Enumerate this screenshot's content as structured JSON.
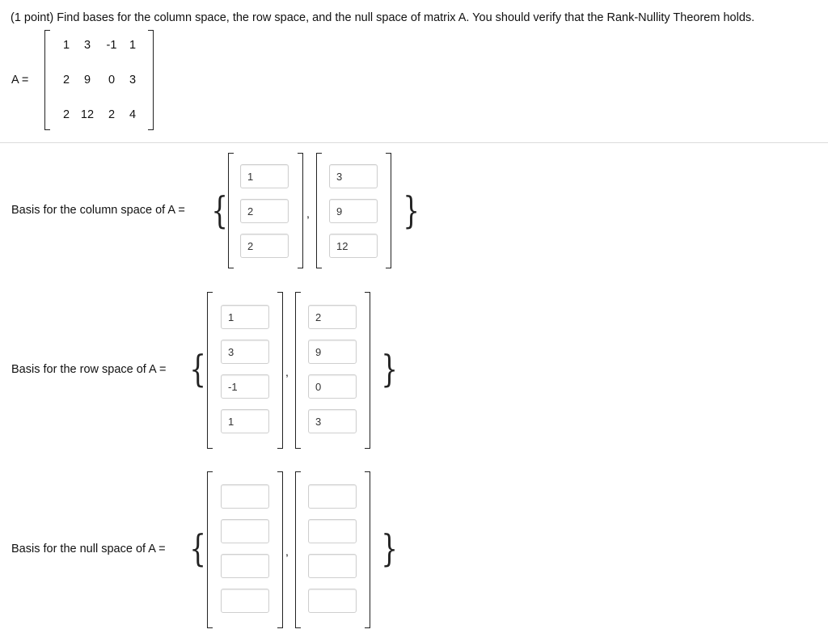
{
  "problem": {
    "prompt": "(1 point) Find bases for the column space, the row space, and the null space of matrix A. You should verify that the Rank-Nullity Theorem holds.",
    "matrix_label": "A =",
    "matrix": [
      [
        "1",
        "3",
        "-1",
        "1"
      ],
      [
        "2",
        "9",
        "0",
        "3"
      ],
      [
        "2",
        "12",
        "2",
        "4"
      ]
    ]
  },
  "column_space": {
    "label": "Basis for the column space of A =",
    "vectors": [
      [
        "1",
        "2",
        "2"
      ],
      [
        "3",
        "9",
        "12"
      ]
    ]
  },
  "row_space": {
    "label": "Basis for the row space of A =",
    "vectors": [
      [
        "1",
        "3",
        "-1",
        "1"
      ],
      [
        "2",
        "9",
        "0",
        "3"
      ]
    ]
  },
  "null_space": {
    "label": "Basis for the null space of A =",
    "vectors": [
      [
        "",
        "",
        "",
        ""
      ],
      [
        "",
        "",
        "",
        ""
      ]
    ]
  },
  "symbols": {
    "open_brace": "{",
    "close_brace": "}",
    "separator": ","
  }
}
